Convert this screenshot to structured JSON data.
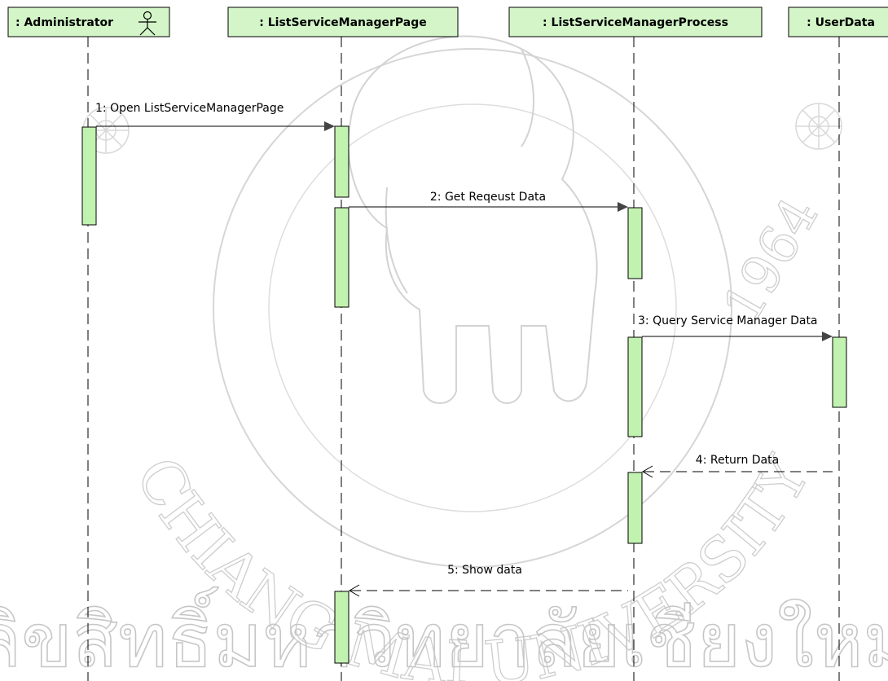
{
  "lifelines": [
    {
      "label": ": Administrator",
      "actor_icon": "stick-figure-icon"
    },
    {
      "label": ": ListServiceManagerPage"
    },
    {
      "label": ": ListServiceManagerProcess"
    },
    {
      "label": ": UserData"
    }
  ],
  "messages": [
    {
      "label": "1: Open ListServiceManagerPage",
      "kind": "synchronous"
    },
    {
      "label": "2: Get Reqeust Data",
      "kind": "synchronous"
    },
    {
      "label": "3: Query Service Manager Data",
      "kind": "synchronous"
    },
    {
      "label": "4: Return Data",
      "kind": "return"
    },
    {
      "label": "5: Show data",
      "kind": "return"
    }
  ],
  "watermark": {
    "university_text": "CHIANG MAI UNIVERSITY",
    "year_text": "1964",
    "thai_text": "ลิขสิทธิ์มหาวิทยาลัยเชียงใหม่"
  },
  "colors": {
    "header_fill": "#d3f5c8",
    "activation_fill": "#c2f2b0",
    "line": "#000000",
    "watermark": "#c8c8c8"
  }
}
